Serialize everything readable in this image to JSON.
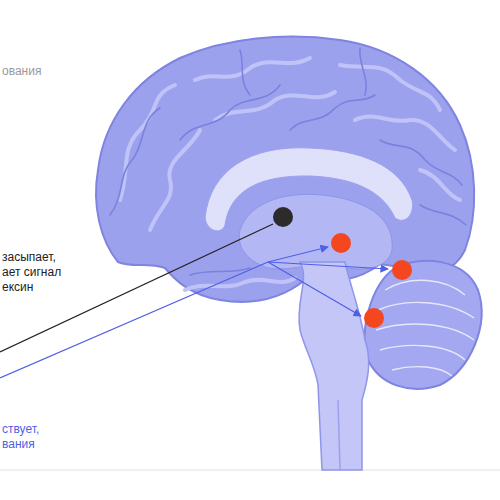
{
  "diagram": {
    "labels": [
      "ования",
      "засыпает, ает сигнал ексин",
      "ствует, вания"
    ]
  }
}
